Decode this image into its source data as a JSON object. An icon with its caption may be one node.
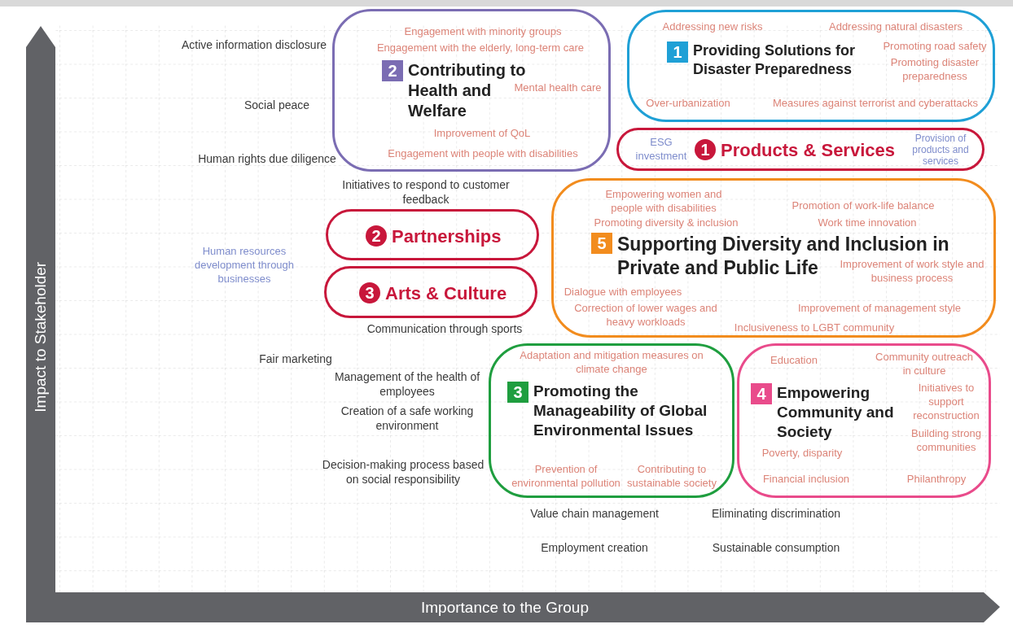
{
  "diagram": {
    "nodes": [
      {
        "text": [
          "2",
          "Contributing to Health and Welfare"
        ]
      },
      {
        "text": [
          "1",
          "Providing Solutions for Disaster Preparedness"
        ]
      },
      {
        "text": [
          "1",
          "Products & Services"
        ]
      },
      {
        "text": [
          "5",
          "Supporting Diversity and Inclusion in Private and Public Life"
        ]
      },
      {
        "text": [
          "2",
          "Partnerships"
        ]
      },
      {
        "text": [
          "3",
          "Arts & Culture"
        ]
      },
      {
        "text": [
          "3",
          "Promoting the Manageability of Global Environmental Issues"
        ]
      },
      {
        "text": [
          "4",
          "Empowering Community and Society"
        ]
      }
    ],
    "edges": [],
    "labels": [
      "Addressing new risks",
      "Addressing natural disasters",
      "Engagement with minority groups",
      "Active information disclosure",
      "Engagement with the elderly, long-term care",
      "Promoting road safety",
      "Promoting disaster preparedness",
      "Mental health care",
      "Social peace",
      "Over-urbanization",
      "Measures against terrorist and cyberattacks",
      "Improvement of QoL",
      "ESG investment",
      "Provision of products and services",
      "Human rights due diligence",
      "Engagement with people with disabilities",
      "Initiatives to respond to customer feedback",
      "Empowering women and people with disabilities",
      "Promotion of work-life balance",
      "Promoting diversity & inclusion",
      "Work time innovation",
      "Human resources development through businesses",
      "Improvement of work style and business process",
      "Dialogue with employees",
      "Correction of lower wages and heavy workloads",
      "Improvement of management style",
      "Communication through sports",
      "Inclusiveness to LGBT community",
      "Fair marketing",
      "Adaptation and mitigation measures on climate change",
      "Education",
      "Community outreach in culture",
      "Management of the health of employees",
      "Initiatives to support reconstruction",
      "Creation of a safe working environment",
      "Building strong communities",
      "Poverty, disparity",
      "Decision-making process based on social responsibility",
      "Prevention of environmental pollution",
      "Contributing to sustainable society",
      "Financial inclusion",
      "Philanthropy",
      "Value chain management",
      "Eliminating discrimination",
      "Employment creation",
      "Sustainable consumption",
      "Impact to Stakeholder",
      "Importance to the Group"
    ]
  }
}
